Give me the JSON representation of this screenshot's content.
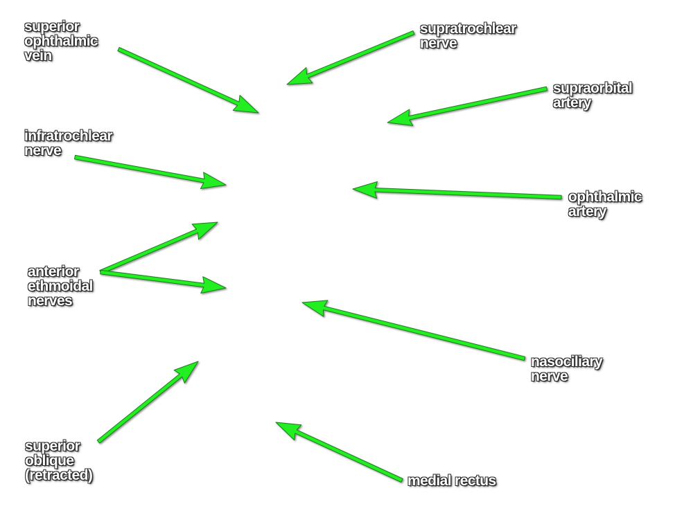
{
  "arrow_color": "#22ee22",
  "arrow_outline": "#1a7a1a",
  "labels": {
    "superior_ophthalmic_vein": [
      "superior",
      "ophthalmic",
      "vein"
    ],
    "supratrochlear_nerve": [
      "supratrochlear",
      "nerve"
    ],
    "supraorbital_artery": [
      "supraorbital",
      "artery"
    ],
    "infratrochlear_nerve": [
      "infratrochlear",
      "nerve"
    ],
    "ophthalmic_artery": [
      "ophthalmic",
      "artery"
    ],
    "anterior_ethmoidal_nerves": [
      "anterior",
      "ethmoidal",
      "nerves"
    ],
    "nasociliary_nerve": [
      "nasociliary",
      "nerve"
    ],
    "superior_oblique": [
      "superior",
      "oblique",
      "(retracted)"
    ],
    "medial_rectus": [
      "medial rectus"
    ]
  }
}
